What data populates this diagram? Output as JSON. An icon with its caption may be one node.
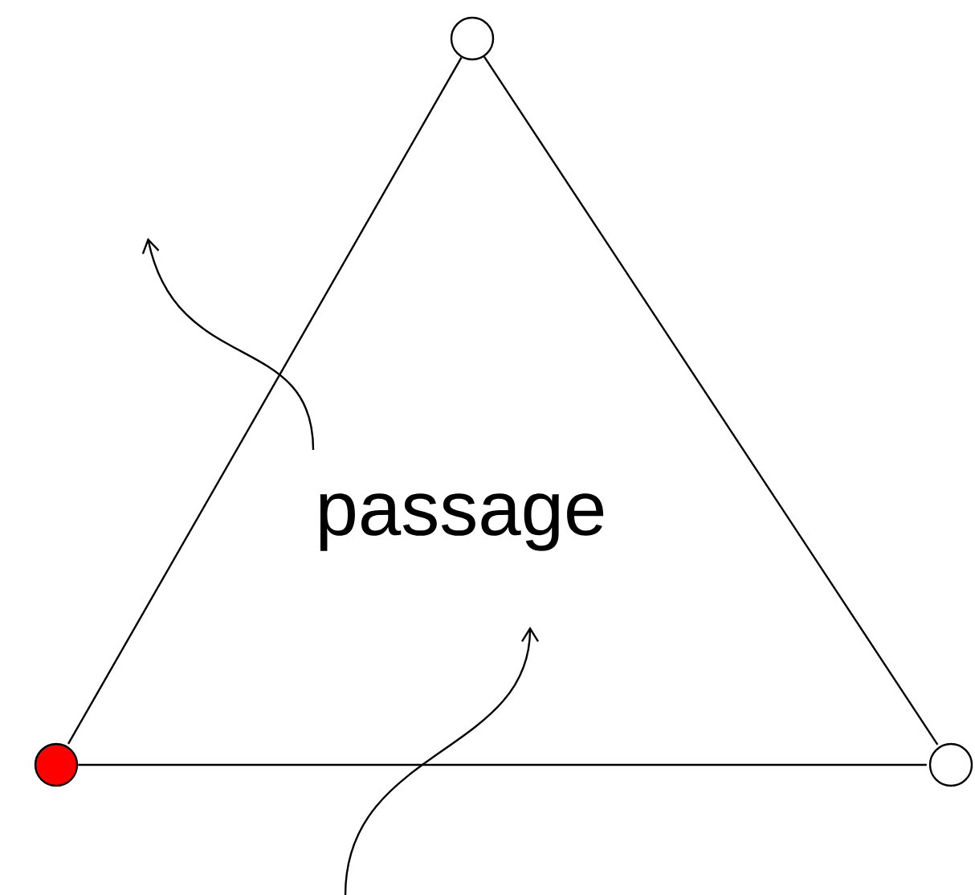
{
  "diagram": {
    "nodes": [
      {
        "text": [],
        "shape": "circle"
      },
      {
        "text": [],
        "shape": "circle"
      },
      {
        "text": [],
        "shape": "circle"
      }
    ],
    "edges": [
      {
        "from": 0,
        "to": 1,
        "arrow": "none"
      },
      {
        "from": 0,
        "to": 2,
        "arrow": "none"
      },
      {
        "from": 1,
        "to": 2,
        "arrow": "none"
      }
    ],
    "labels": [
      "passage"
    ]
  }
}
